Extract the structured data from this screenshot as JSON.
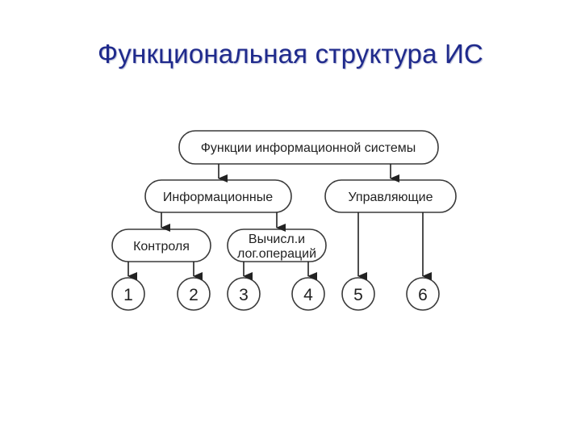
{
  "title": "Функциональная структура ИС",
  "diagram": {
    "root": "Функции информационной системы",
    "branches": {
      "informational": "Информационные",
      "control": "Управляющие"
    },
    "sub_branches": {
      "monitoring": "Контроля",
      "computation_line1": "Вычисл.и",
      "computation_line2": "лог.операций"
    },
    "leaves": [
      "1",
      "2",
      "3",
      "4",
      "5",
      "6"
    ]
  }
}
